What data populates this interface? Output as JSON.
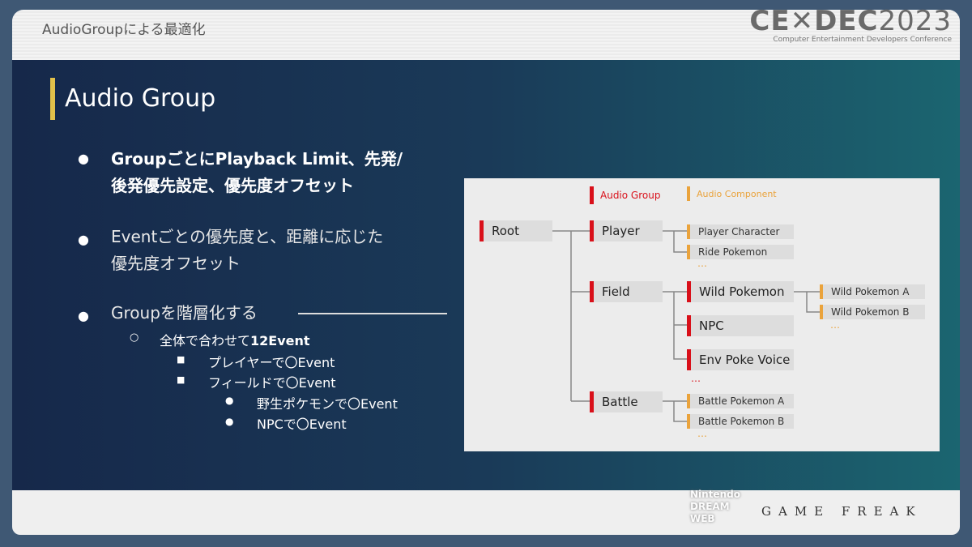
{
  "header": {
    "title": "AudioGroupによる最適化",
    "logo_main": "CE",
    "logo_x": "✕",
    "logo_rest": "DEC",
    "logo_year": "2023",
    "logo_sub": "Computer Entertainment Developers Conference"
  },
  "slide": {
    "title": "Audio Group",
    "bullets": [
      {
        "text_line1": "GroupごとにPlayback Limit、先発/",
        "text_line2": "後発優先設定、優先度オフセット"
      },
      {
        "text_line1": "Eventごとの優先度と、距離に応じた",
        "text_line2": "優先度オフセット"
      },
      {
        "text_line1": "Groupを階層化する"
      }
    ],
    "sub_prefix": "全体で合わせて",
    "sub_bold": "12Event",
    "sub2": [
      "プレイヤーで〇Event",
      "フィールドで〇Event"
    ],
    "sub3": [
      "野生ポケモンで〇Event",
      "NPCで〇Event"
    ]
  },
  "diagram": {
    "legend_group": "Audio Group",
    "legend_component": "Audio Component",
    "root": "Root",
    "player": "Player",
    "field": "Field",
    "battle": "Battle",
    "player_character": "Player Character",
    "ride_pokemon": "Ride Pokemon",
    "wild_pokemon": "Wild Pokemon",
    "npc": "NPC",
    "env_poke_voice": "Env Poke Voice",
    "wild_a": "Wild Pokemon A",
    "wild_b": "Wild Pokemon B",
    "battle_a": "Battle Pokemon A",
    "battle_b": "Battle Pokemon B",
    "ellipsis": "…",
    "colors": {
      "group": "#d9101a",
      "component": "#eaa33c"
    }
  },
  "footer": {
    "sponsor": "GAME FREAK",
    "watermark": "Nintendo DREAM WEB"
  }
}
